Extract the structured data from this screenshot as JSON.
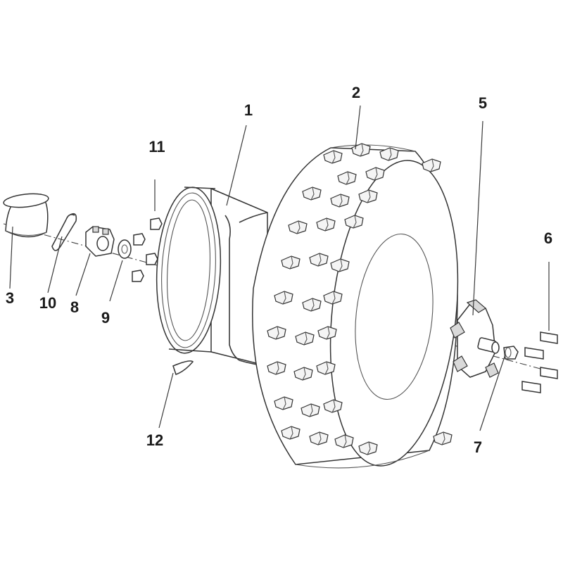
{
  "callouts": {
    "n1": "1",
    "n2": "2",
    "n3": "3",
    "n5": "5",
    "n6": "6",
    "n7": "7",
    "n8": "8",
    "n9": "9",
    "n10": "10",
    "n11": "11",
    "n12": "12"
  }
}
